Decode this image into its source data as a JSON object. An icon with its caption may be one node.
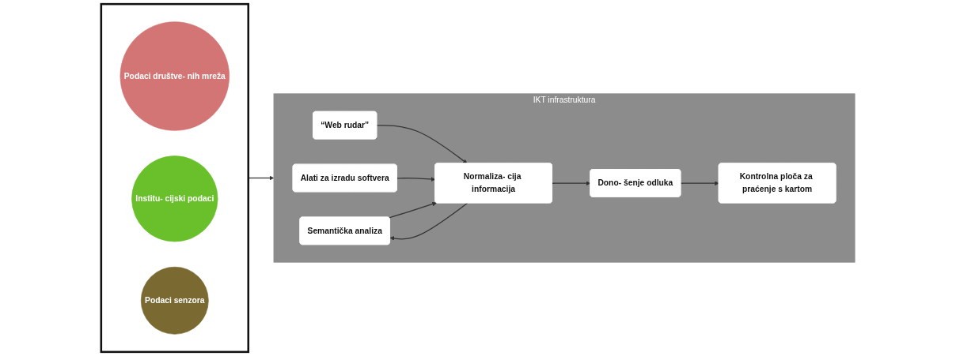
{
  "diagram": {
    "nodes": [
      {
        "text": [],
        "shape": "box"
      },
      {
        "text": [
          "Podaci društve- nih mreža"
        ],
        "in": 0
      },
      {
        "text": [
          "Institu- cijski podaci"
        ],
        "in": 0
      },
      {
        "text": [
          "Podaci senzora"
        ],
        "in": 0
      },
      {
        "text": [
          "IKT infrastruktura"
        ]
      },
      {
        "text": [
          "Semantička analiza"
        ],
        "in": 4
      },
      {
        "text": [
          "“Web rudar”"
        ],
        "in": 4
      },
      {
        "text": [
          "Alati za izradu softvera"
        ],
        "in": 4
      },
      {
        "text": [
          "Normaliza- cija informacija"
        ],
        "in": 4
      },
      {
        "text": [
          "Dono- šenje odluka"
        ],
        "in": 4
      },
      {
        "text": [
          "Kontrolna ploča za praćenje s kartom"
        ],
        "in": 4
      }
    ],
    "edges": [
      {
        "from": 0,
        "to": 4,
        "arrow": "to"
      },
      {
        "from": 6,
        "to": 8,
        "arrow": "to"
      },
      {
        "from": 7,
        "to": 8,
        "arrow": "to"
      },
      {
        "from": 5,
        "to": 8,
        "arrow": "to"
      },
      {
        "from": 8,
        "to": 5,
        "arrow": "to"
      },
      {
        "from": 8,
        "to": 9,
        "arrow": "to"
      },
      {
        "from": 9,
        "to": 10,
        "arrow": "to"
      }
    ]
  }
}
